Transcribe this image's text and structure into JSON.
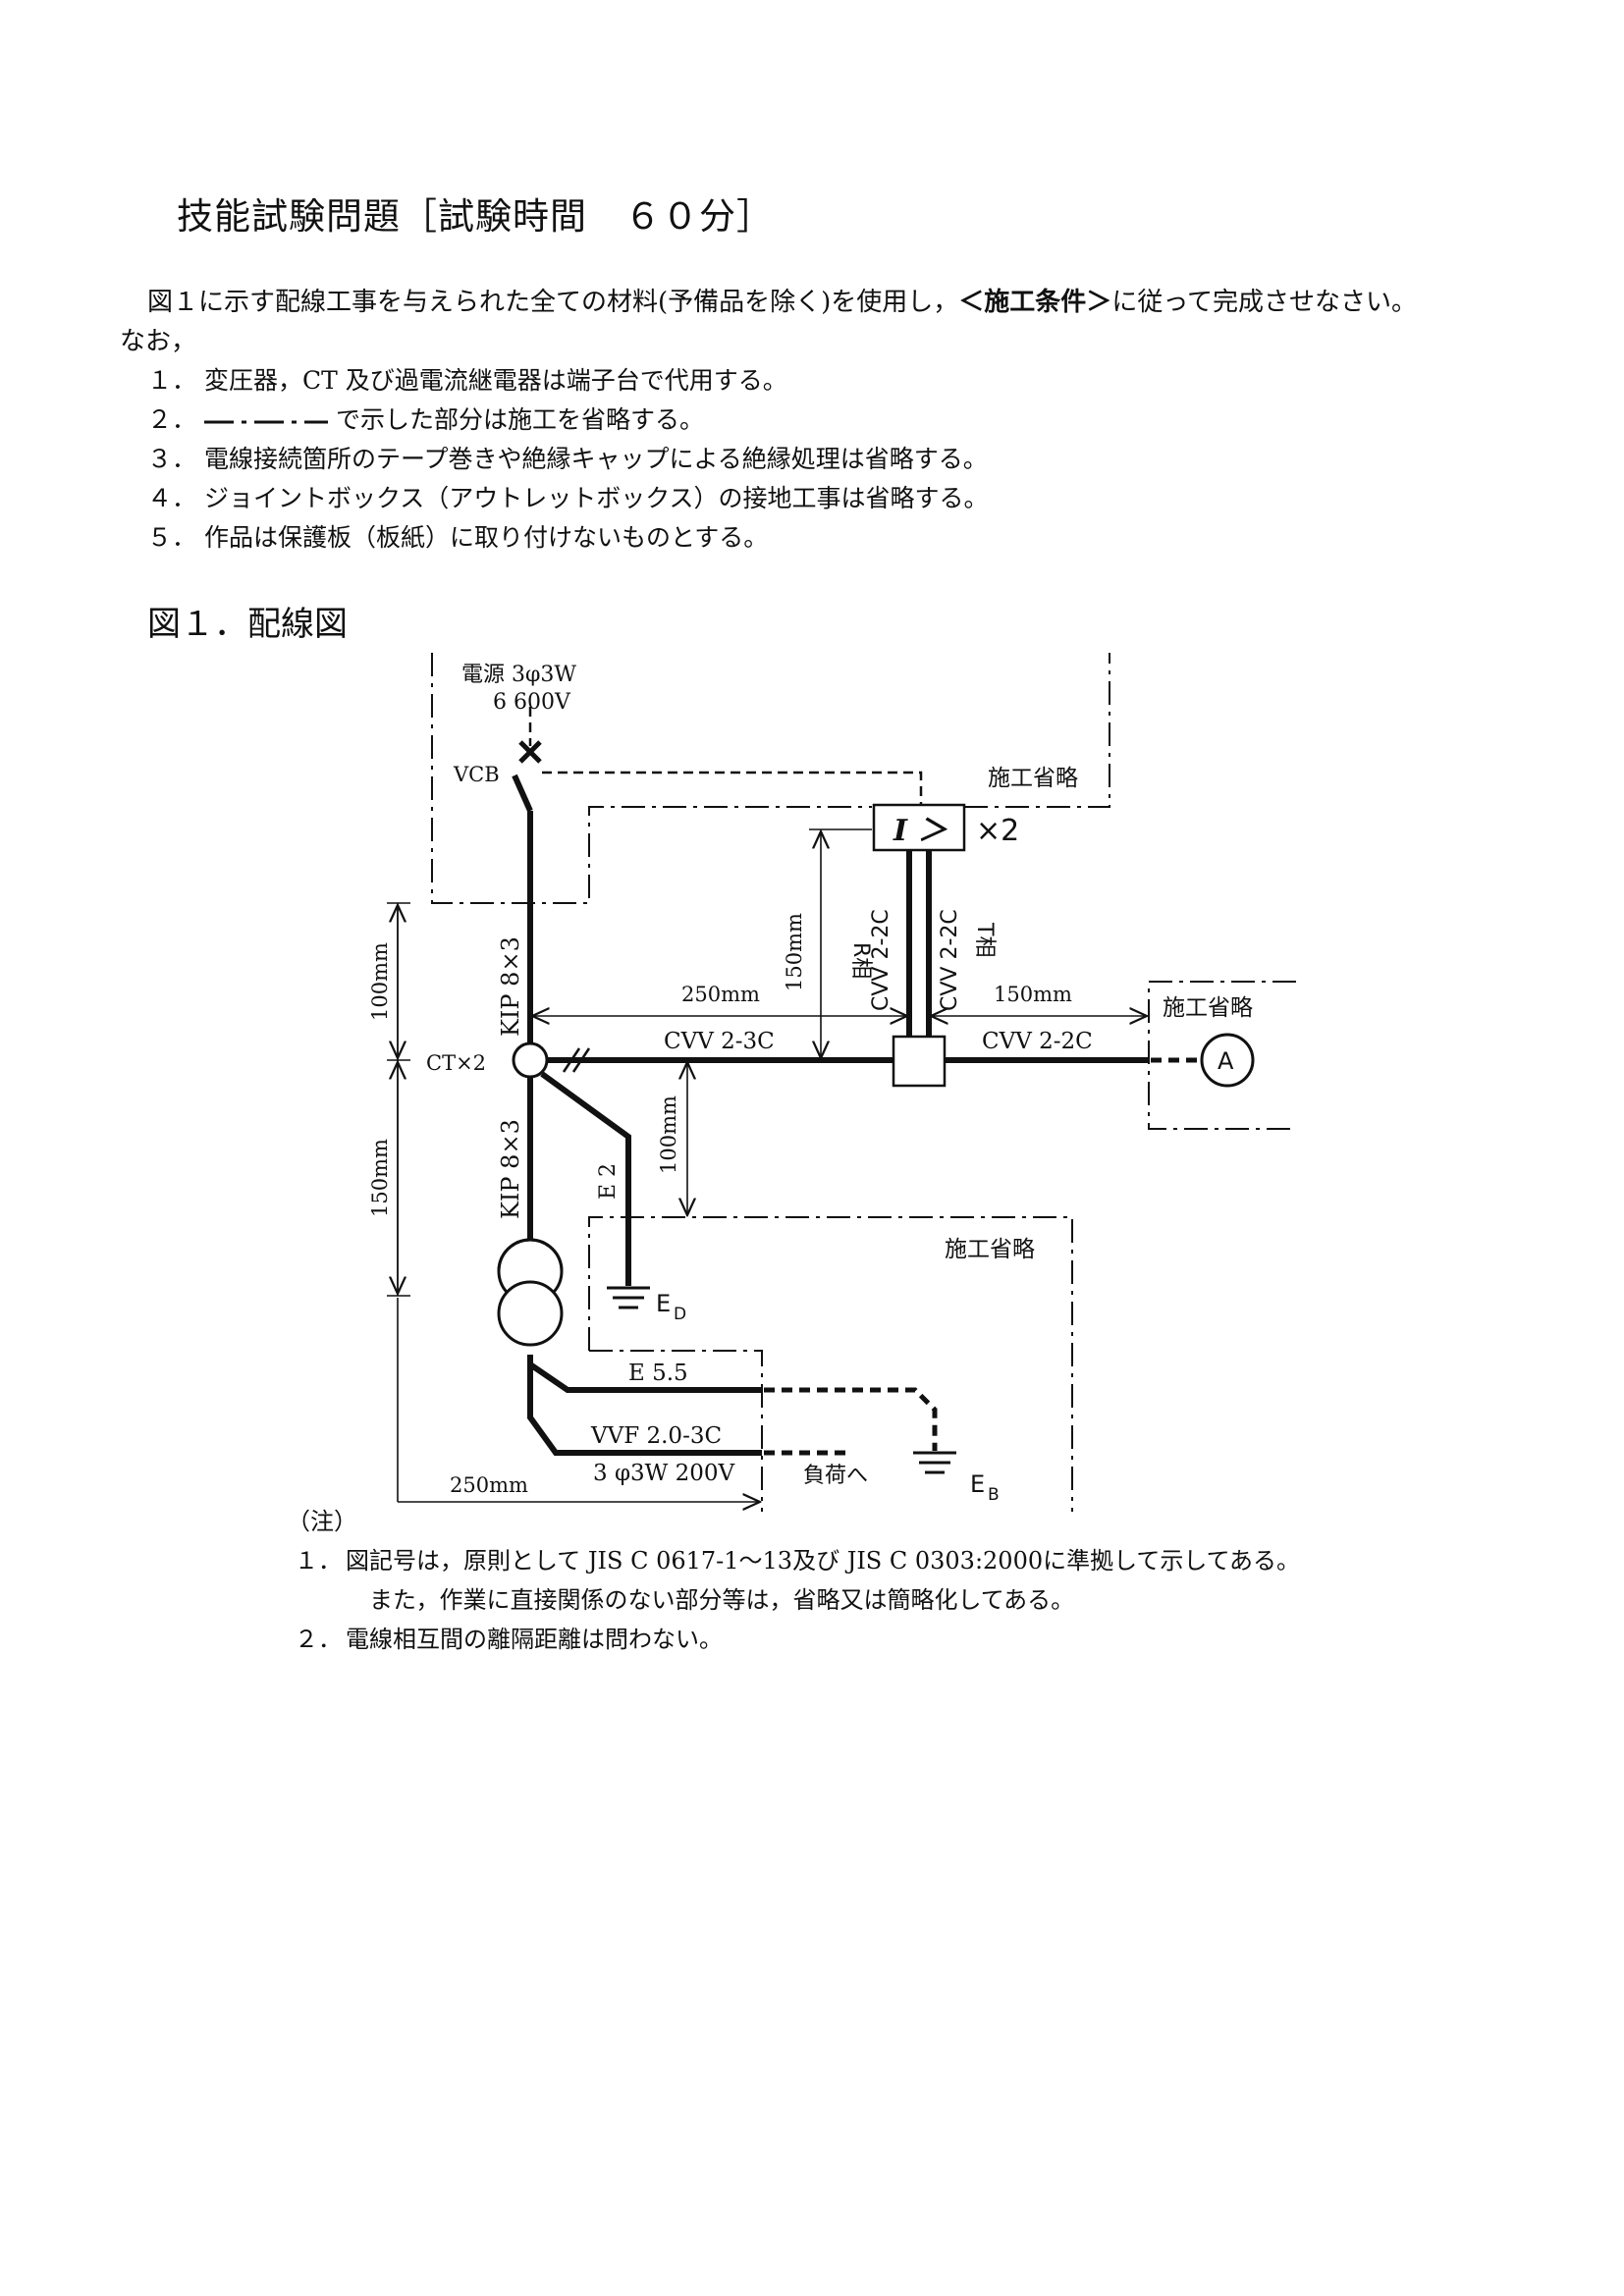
{
  "title": "技能試験問題［試験時間　６０分］",
  "intro": {
    "line1_a": "図１に示す配線工事を与えられた全ての材料(予備品を除く)を使用し，",
    "line1_b": "＜施工条件＞",
    "line1_c": "に従って完成させなさい。",
    "line2": "なお，"
  },
  "conditions": [
    {
      "num": "１．",
      "text": "変圧器，CT 及び過電流継電器は端子台で代用する。"
    },
    {
      "num": "２．",
      "text": "で示した部分は施工を省略する。"
    },
    {
      "num": "３．",
      "text": "電線接続箇所のテープ巻きや絶縁キャップによる絶縁処理は省略する。"
    },
    {
      "num": "４．",
      "text": "ジョイントボックス（アウトレットボックス）の接地工事は省略する。"
    },
    {
      "num": "５．",
      "text": "作品は保護板（板紙）に取り付けないものとする。"
    }
  ],
  "figure_title": "図１．配線図",
  "diagram": {
    "power_source_1": "電源 3φ3W",
    "power_source_2": "6 600V",
    "vcb": "VCB",
    "omit_1": "施工省略",
    "omit_2": "施工省略",
    "omit_3": "施工省略",
    "relay_symbol": "I ＞",
    "relay_count": "×2",
    "dim_150_vertical": "150mm",
    "r_phase": "R相",
    "t_phase": "T相",
    "cvv_rise_r": "CVV 2-2C",
    "cvv_rise_t": "CVV 2-2C",
    "dim_250_h": "250mm",
    "dim_150_h": "150mm",
    "dim_100_left": "100mm",
    "kip_upper": "KIP 8×3",
    "ct": "CT×2",
    "cvv_3c": "CVV 2-3C",
    "cvv_2c_right": "CVV 2-2C",
    "ammeter": "A",
    "e2": "E 2",
    "dim_100_mid": "100mm",
    "dim_150_left": "150mm",
    "kip_lower": "KIP 8×3",
    "ground_d": "E",
    "ground_d_sub": "D",
    "e55": "E 5.5",
    "vvf": "VVF 2.0-3C",
    "three_phase_200": "3 φ3W 200V",
    "load": "負荷へ",
    "ground_b": "E",
    "ground_b_sub": "B",
    "dim_250_bottom": "250mm"
  },
  "notes": {
    "head": "（注）",
    "items": [
      {
        "num": "１．",
        "text": "図記号は，原則として JIS C 0617-1～13及び JIS C 0303:2000に準拠して示してある。",
        "cont": "また，作業に直接関係のない部分等は，省略又は簡略化してある。"
      },
      {
        "num": "２．",
        "text": "電線相互間の離隔距離は問わない。"
      }
    ]
  }
}
